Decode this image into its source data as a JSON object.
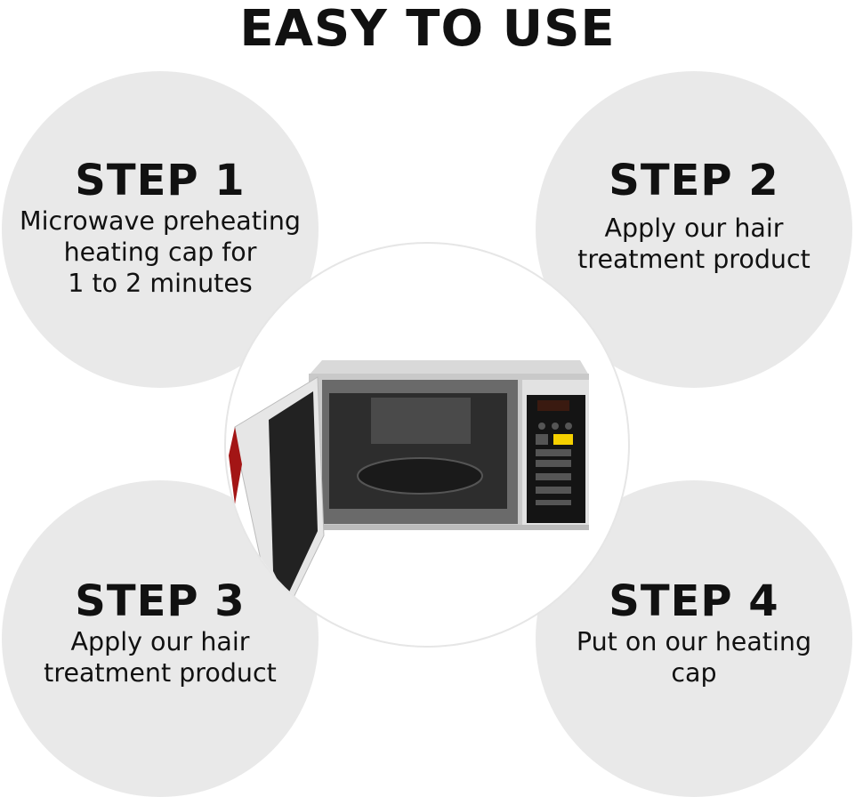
{
  "title": "EASY TO USE",
  "steps": [
    {
      "label": "STEP 1",
      "text": "Microwave preheating\nheating cap for\n1 to 2 minutes"
    },
    {
      "label": "STEP 2",
      "text": "Apply our hair\ntreatment product"
    },
    {
      "label": "STEP 3",
      "text": "Apply our hair\ntreatment product"
    },
    {
      "label": "STEP 4",
      "text": "Put on our heating\ncap"
    }
  ],
  "colors": {
    "circle": "#e9e9e9",
    "text": "#111111",
    "panel_button": "#f5d000"
  },
  "image": "microwave-open-door"
}
